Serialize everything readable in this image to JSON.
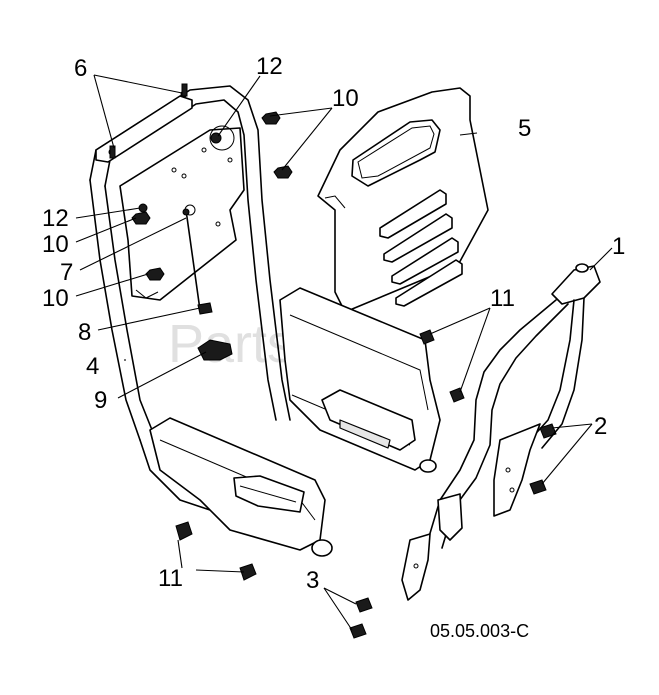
{
  "watermark": "PartsTree",
  "diagram_id": "05.05.003-C",
  "callouts": {
    "c1": "1",
    "c2": "2",
    "c3": "3",
    "c4": "4",
    "c5": "5",
    "c6": "6",
    "c7": "7",
    "c8": "8",
    "c9": "9",
    "c10a": "10",
    "c10b": "10",
    "c10c": "10",
    "c11a": "11",
    "c11b": "11",
    "c12a": "12",
    "c12b": "12"
  }
}
